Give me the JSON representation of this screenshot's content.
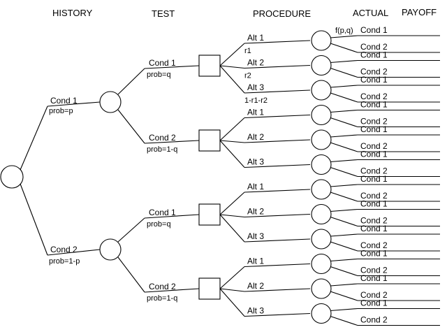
{
  "headers": {
    "history": "HISTORY",
    "test": "TEST",
    "procedure": "PROCEDURE",
    "actual": "ACTUAL",
    "payoff": "PAYOFF"
  },
  "history": [
    {
      "label": "Cond 1",
      "prob": "prob=p"
    },
    {
      "label": "Cond 2",
      "prob": "prob=1-p"
    }
  ],
  "tests": [
    {
      "label": "Cond 1",
      "prob": "prob=q"
    },
    {
      "label": "Cond 2",
      "prob": "prob=1-q"
    },
    {
      "label": "Cond 1",
      "prob": "prob=q"
    },
    {
      "label": "Cond 2",
      "prob": "prob=1-q"
    }
  ],
  "alternatives": [
    "Alt 1",
    "Alt 2",
    "Alt 3"
  ],
  "alt_probs": [
    "r1",
    "r2",
    "1-r1-r2"
  ],
  "actual_conditions": [
    "Cond 1",
    "Cond 2"
  ],
  "payoff_function": "f(p,q)"
}
